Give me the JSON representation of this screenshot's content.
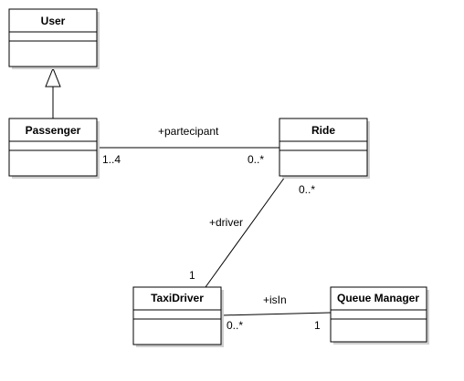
{
  "classes": {
    "user": {
      "name": "User"
    },
    "passenger": {
      "name": "Passenger"
    },
    "ride": {
      "name": "Ride"
    },
    "taxidriver": {
      "name": "TaxiDriver"
    },
    "queue_manager": {
      "name": "Queue Manager"
    }
  },
  "associations": {
    "passenger_ride": {
      "role": "+partecipant",
      "mult_passenger": "1..4",
      "mult_ride": "0..*"
    },
    "ride_taxidriver": {
      "role": "+driver",
      "mult_ride": "0..*",
      "mult_taxidriver": "1"
    },
    "taxidriver_queue": {
      "role": "+isIn",
      "mult_taxidriver": "0..*",
      "mult_queue": "1"
    }
  },
  "colors": {
    "line": "#000000",
    "box_fill": "#ffffff",
    "shadow": "#d0d0d0"
  }
}
